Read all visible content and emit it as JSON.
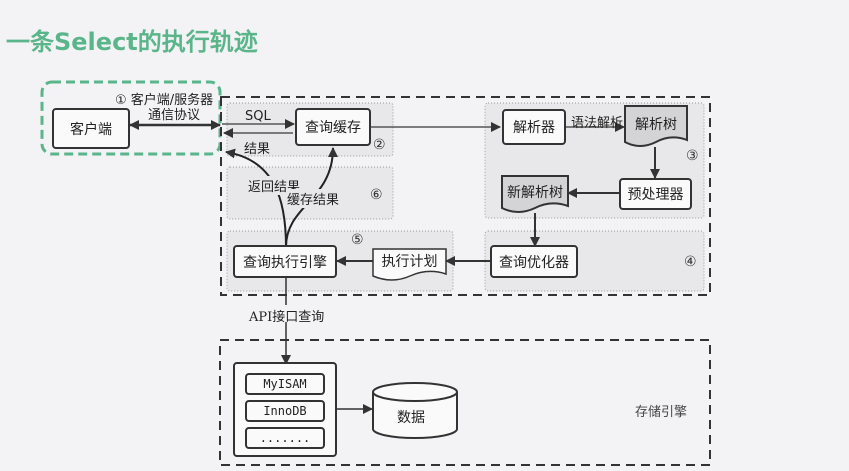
{
  "title": "一条Select的执行轨迹",
  "client": {
    "label": "客户端",
    "protocol_line1": "① 客户端/服务器",
    "protocol_line2": "通信协议"
  },
  "server": {
    "sql_label": "SQL",
    "result_label": "结果",
    "query_cache": "查询缓存",
    "step2": "②",
    "return_result": "返回结果",
    "cache_result": "缓存结果",
    "step6": "⑥",
    "parser": "解析器",
    "syntax_parse": "语法解析",
    "parse_tree": "解析树",
    "step3": "③",
    "preprocessor": "预处理器",
    "new_parse_tree": "新解析树",
    "optimizer": "查询优化器",
    "step4": "④",
    "exec_plan": "执行计划",
    "exec_engine": "查询执行引擎",
    "step5": "⑤"
  },
  "api_query": "API接口查询",
  "storage": {
    "engines": [
      "MyISAM",
      "InnoDB",
      "......."
    ],
    "data": "数据",
    "label": "存储引擎"
  },
  "colors": {
    "title": "#5bb58a",
    "client_border": "#5bb58a",
    "panel_fill": "#e8e8ea",
    "doc_fill": "#d4d4d6"
  }
}
